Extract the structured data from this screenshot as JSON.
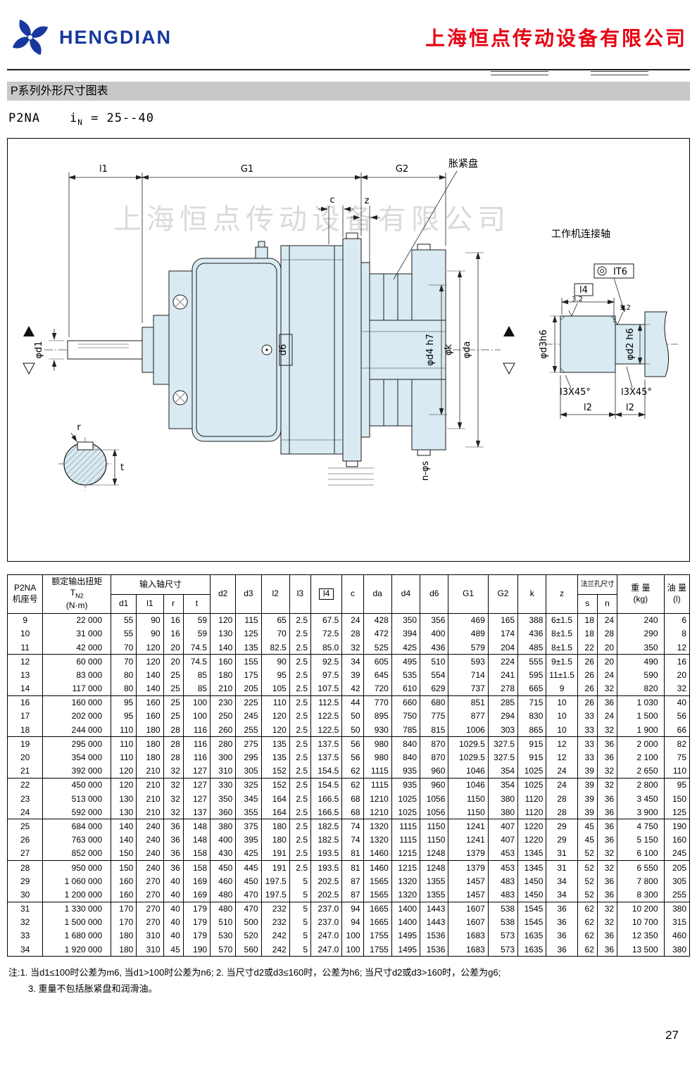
{
  "header": {
    "logo_text": "HENGDIAN",
    "company_name": "上海恒点传动设备有限公司"
  },
  "page": {
    "section_title": "P系列外形尺寸图表",
    "model_code": "P2NA",
    "ratio_prefix": "i",
    "ratio_sub": "N",
    "ratio_value": "= 25--40",
    "page_number": "27"
  },
  "drawing": {
    "watermark": "上海恒点传动设备有限公司",
    "expansion_disk_label": "胀紧盘",
    "work_shaft_label": "工作机连接轴",
    "dims": {
      "l1": "l1",
      "G1": "G1",
      "G2": "G2",
      "c": "c",
      "z": "z",
      "d1": "φd1",
      "d6": "d6",
      "d4h7": "φd4 h7",
      "k": "φk",
      "da": "φda",
      "ns": "n-φs",
      "r": "r",
      "t": "t",
      "it6": "IT6",
      "l4": "l4",
      "ra1": "3.2",
      "ra2": "3.2",
      "d3h6": "φd3h6",
      "d2h6": "φd2 h6",
      "l3x45_a": "l3X45°",
      "l3x45_b": "l3X45°",
      "l2_a": "l2",
      "l2_b": "l2"
    }
  },
  "table": {
    "headers": {
      "frame_line1": "P2NA",
      "frame_line2": "机座号",
      "torque_title": "额定输出扭矩",
      "torque_symbol": "T",
      "torque_symbol_sub": "N2",
      "torque_unit": "(N·m)",
      "input_shaft": "输入轴尺寸",
      "d1": "d1",
      "l1": "l1",
      "r": "r",
      "t": "t",
      "d2": "d2",
      "d3": "d3",
      "l2": "l2",
      "l3": "l3",
      "l4": "l4",
      "c": "c",
      "da": "da",
      "d4": "d4",
      "d6": "d6",
      "G1": "G1",
      "G2": "G2",
      "k": "k",
      "z": "z",
      "flange_holes": "法兰孔尺寸",
      "s": "s",
      "n": "n",
      "weight_line1": "重 量",
      "weight_line2": "(kg)",
      "oil_line1": "油 量",
      "oil_line2": "(l)"
    },
    "group_start_frames": [
      "9",
      "12",
      "16",
      "19",
      "22",
      "25",
      "28",
      "31"
    ],
    "rows": [
      [
        "9",
        "22 000",
        "55",
        "90",
        "16",
        "59",
        "120",
        "115",
        "65",
        "2.5",
        "67.5",
        "24",
        "428",
        "350",
        "356",
        "469",
        "165",
        "388",
        "6±1.5",
        "18",
        "24",
        "240",
        "6"
      ],
      [
        "10",
        "31 000",
        "55",
        "90",
        "16",
        "59",
        "130",
        "125",
        "70",
        "2.5",
        "72.5",
        "28",
        "472",
        "394",
        "400",
        "489",
        "174",
        "436",
        "8±1.5",
        "18",
        "28",
        "290",
        "8"
      ],
      [
        "11",
        "42 000",
        "70",
        "120",
        "20",
        "74.5",
        "140",
        "135",
        "82.5",
        "2.5",
        "85.0",
        "32",
        "525",
        "425",
        "436",
        "579",
        "204",
        "485",
        "8±1.5",
        "22",
        "20",
        "350",
        "12"
      ],
      [
        "12",
        "60 000",
        "70",
        "120",
        "20",
        "74.5",
        "160",
        "155",
        "90",
        "2.5",
        "92.5",
        "34",
        "605",
        "495",
        "510",
        "593",
        "224",
        "555",
        "9±1.5",
        "26",
        "20",
        "490",
        "16"
      ],
      [
        "13",
        "83 000",
        "80",
        "140",
        "25",
        "85",
        "180",
        "175",
        "95",
        "2.5",
        "97.5",
        "39",
        "645",
        "535",
        "554",
        "714",
        "241",
        "595",
        "11±1.5",
        "26",
        "24",
        "590",
        "20"
      ],
      [
        "14",
        "117 000",
        "80",
        "140",
        "25",
        "85",
        "210",
        "205",
        "105",
        "2.5",
        "107.5",
        "42",
        "720",
        "610",
        "629",
        "737",
        "278",
        "665",
        "9",
        "26",
        "32",
        "820",
        "32"
      ],
      [
        "16",
        "160 000",
        "95",
        "160",
        "25",
        "100",
        "230",
        "225",
        "110",
        "2.5",
        "112.5",
        "44",
        "770",
        "660",
        "680",
        "851",
        "285",
        "715",
        "10",
        "26",
        "36",
        "1 030",
        "40"
      ],
      [
        "17",
        "202 000",
        "95",
        "160",
        "25",
        "100",
        "250",
        "245",
        "120",
        "2.5",
        "122.5",
        "50",
        "895",
        "750",
        "775",
        "877",
        "294",
        "830",
        "10",
        "33",
        "24",
        "1 500",
        "56"
      ],
      [
        "18",
        "244 000",
        "110",
        "180",
        "28",
        "116",
        "260",
        "255",
        "120",
        "2.5",
        "122.5",
        "50",
        "930",
        "785",
        "815",
        "1006",
        "303",
        "865",
        "10",
        "33",
        "32",
        "1 900",
        "66"
      ],
      [
        "19",
        "295 000",
        "110",
        "180",
        "28",
        "116",
        "280",
        "275",
        "135",
        "2.5",
        "137.5",
        "56",
        "980",
        "840",
        "870",
        "1029.5",
        "327.5",
        "915",
        "12",
        "33",
        "36",
        "2 000",
        "82"
      ],
      [
        "20",
        "354 000",
        "110",
        "180",
        "28",
        "116",
        "300",
        "295",
        "135",
        "2.5",
        "137.5",
        "56",
        "980",
        "840",
        "870",
        "1029.5",
        "327.5",
        "915",
        "12",
        "33",
        "36",
        "2 100",
        "75"
      ],
      [
        "21",
        "392 000",
        "120",
        "210",
        "32",
        "127",
        "310",
        "305",
        "152",
        "2.5",
        "154.5",
        "62",
        "1115",
        "935",
        "960",
        "1046",
        "354",
        "1025",
        "24",
        "39",
        "32",
        "2 650",
        "110"
      ],
      [
        "22",
        "450 000",
        "120",
        "210",
        "32",
        "127",
        "330",
        "325",
        "152",
        "2.5",
        "154.5",
        "62",
        "1115",
        "935",
        "960",
        "1046",
        "354",
        "1025",
        "24",
        "39",
        "32",
        "2 800",
        "95"
      ],
      [
        "23",
        "513 000",
        "130",
        "210",
        "32",
        "127",
        "350",
        "345",
        "164",
        "2.5",
        "166.5",
        "68",
        "1210",
        "1025",
        "1056",
        "1150",
        "380",
        "1120",
        "28",
        "39",
        "36",
        "3 450",
        "150"
      ],
      [
        "24",
        "592 000",
        "130",
        "210",
        "32",
        "137",
        "360",
        "355",
        "164",
        "2.5",
        "166.5",
        "68",
        "1210",
        "1025",
        "1056",
        "1150",
        "380",
        "1120",
        "28",
        "39",
        "36",
        "3 900",
        "125"
      ],
      [
        "25",
        "684 000",
        "140",
        "240",
        "36",
        "148",
        "380",
        "375",
        "180",
        "2.5",
        "182.5",
        "74",
        "1320",
        "1115",
        "1150",
        "1241",
        "407",
        "1220",
        "29",
        "45",
        "36",
        "4 750",
        "190"
      ],
      [
        "26",
        "763 000",
        "140",
        "240",
        "36",
        "148",
        "400",
        "395",
        "180",
        "2.5",
        "182.5",
        "74",
        "1320",
        "1115",
        "1150",
        "1241",
        "407",
        "1220",
        "29",
        "45",
        "36",
        "5 150",
        "160"
      ],
      [
        "27",
        "852 000",
        "150",
        "240",
        "36",
        "158",
        "430",
        "425",
        "191",
        "2.5",
        "193.5",
        "81",
        "1460",
        "1215",
        "1248",
        "1379",
        "453",
        "1345",
        "31",
        "52",
        "32",
        "6 100",
        "245"
      ],
      [
        "28",
        "950 000",
        "150",
        "240",
        "36",
        "158",
        "450",
        "445",
        "191",
        "2.5",
        "193.5",
        "81",
        "1460",
        "1215",
        "1248",
        "1379",
        "453",
        "1345",
        "31",
        "52",
        "32",
        "6 550",
        "205"
      ],
      [
        "29",
        "1 060 000",
        "160",
        "270",
        "40",
        "169",
        "460",
        "450",
        "197.5",
        "5",
        "202.5",
        "87",
        "1565",
        "1320",
        "1355",
        "1457",
        "483",
        "1450",
        "34",
        "52",
        "36",
        "7 800",
        "305"
      ],
      [
        "30",
        "1 200 000",
        "160",
        "270",
        "40",
        "169",
        "480",
        "470",
        "197.5",
        "5",
        "202.5",
        "87",
        "1565",
        "1320",
        "1355",
        "1457",
        "483",
        "1450",
        "34",
        "52",
        "36",
        "8 300",
        "255"
      ],
      [
        "31",
        "1 330 000",
        "170",
        "270",
        "40",
        "179",
        "480",
        "470",
        "232",
        "5",
        "237.0",
        "94",
        "1665",
        "1400",
        "1443",
        "1607",
        "538",
        "1545",
        "36",
        "62",
        "32",
        "10 200",
        "380"
      ],
      [
        "32",
        "1 500 000",
        "170",
        "270",
        "40",
        "179",
        "510",
        "500",
        "232",
        "5",
        "237.0",
        "94",
        "1665",
        "1400",
        "1443",
        "1607",
        "538",
        "1545",
        "36",
        "62",
        "32",
        "10 700",
        "315"
      ],
      [
        "33",
        "1 680 000",
        "180",
        "310",
        "40",
        "179",
        "530",
        "520",
        "242",
        "5",
        "247.0",
        "100",
        "1755",
        "1495",
        "1536",
        "1683",
        "573",
        "1635",
        "36",
        "62",
        "36",
        "12 350",
        "460"
      ],
      [
        "34",
        "1 920 000",
        "180",
        "310",
        "45",
        "190",
        "570",
        "560",
        "242",
        "5",
        "247.0",
        "100",
        "1755",
        "1495",
        "1536",
        "1683",
        "573",
        "1635",
        "36",
        "62",
        "36",
        "13 500",
        "380"
      ]
    ]
  },
  "notes": {
    "line1": "注:1. 当d1≤100时公差为m6, 当d1>100时公差为n6;    2. 当尺寸d2或d3≤160时，公差为h6; 当尺寸d2或d3>160时，公差为g6;",
    "line2": "3. 重量不包括胀紧盘和润滑油。"
  }
}
